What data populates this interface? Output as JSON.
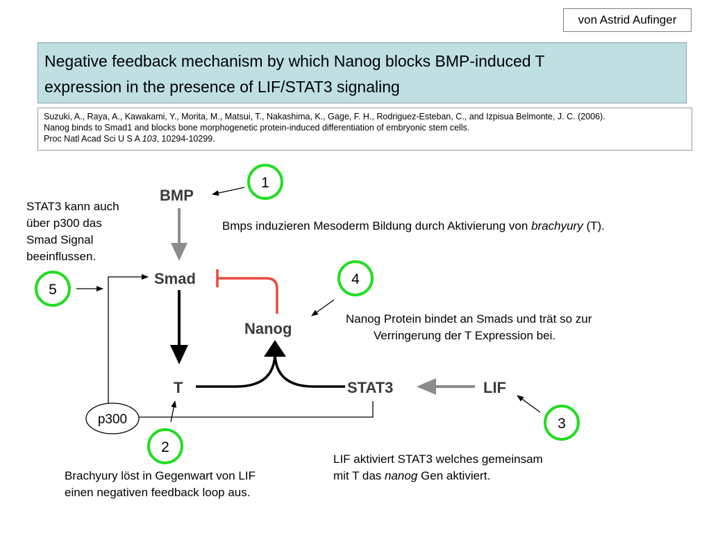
{
  "author": "von Astrid Aufinger",
  "title": {
    "line1": "Negative feedback mechanism by which Nanog blocks BMP-induced T",
    "line2": "expression in the presence of LIF/STAT3 signaling"
  },
  "reference": {
    "line1": "Suzuki, A., Raya, A., Kawakami, Y., Morita, M., Matsui, T., Nakashima, K., Gage, F. H., Rodriguez-Esteban, C., and Izpisua Belmonte, J. C. (2006).",
    "line2": "Nanog binds to Smad1 and blocks bone morphogenetic protein-induced differentiation of embryonic stem cells.",
    "line3_prefix": "Proc Natl Acad Sci U S A ",
    "line3_volume": "103",
    "line3_suffix": ", 10294-10299."
  },
  "diagram": {
    "nodes": {
      "bmp": "BMP",
      "smad": "Smad",
      "nanog": "Nanog",
      "t": "T",
      "stat3": "STAT3",
      "lif": "LIF",
      "p300": "p300"
    },
    "markers": {
      "m1": "1",
      "m2": "2",
      "m3": "3",
      "m4": "4",
      "m5": "5"
    },
    "colors": {
      "activation_arrow": "#000000",
      "bmp_smad_arrow": "#8c8c8c",
      "lif_stat3_arrow": "#8c8c8c",
      "inhibition": "#e8483c",
      "marker_circle": "#22dd22"
    }
  },
  "notes": {
    "stat3_p300": [
      "STAT3 kann auch",
      "über p300 das",
      "Smad Signal",
      "beeinflussen."
    ],
    "bmp_prefix": "Bmps induzieren Mesoderm Bildung durch Aktivierung von ",
    "bmp_italic": "brachyury",
    "bmp_suffix": " (T).",
    "nanog_line1": "Nanog Protein bindet an Smads und trät so zur",
    "nanog_line2": "Verringerung der T Expression bei.",
    "lif_line1": "LIF aktiviert STAT3 welches gemeinsam",
    "lif_line2_prefix": "mit T das ",
    "lif_line2_italic": "nanog",
    "lif_line2_suffix": " Gen aktiviert.",
    "brachyury_line1": "Brachyury löst in Gegenwart von LIF",
    "brachyury_line2": "einen negativen feedback loop aus."
  }
}
